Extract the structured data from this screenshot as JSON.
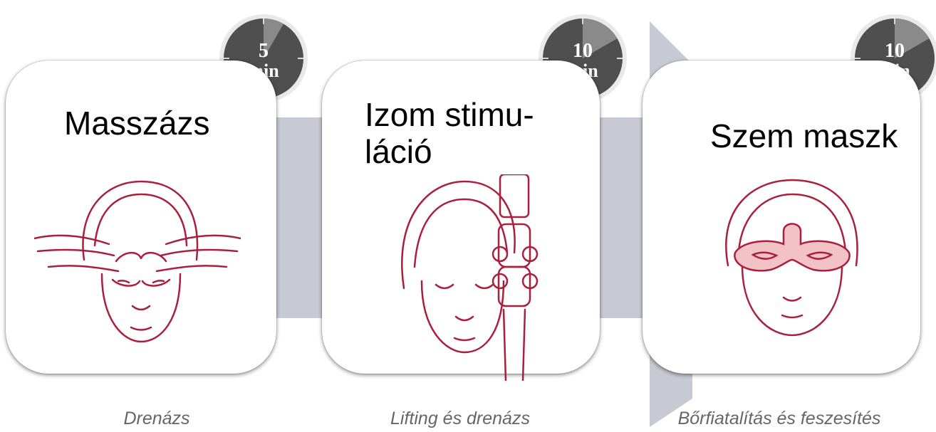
{
  "accent_color": "#a8203d",
  "steps": [
    {
      "title": "Masszázs",
      "timer": {
        "value": "5",
        "unit": "min",
        "fraction": 0.0833
      },
      "caption": "Drenázs",
      "icon": "face-massage-icon"
    },
    {
      "title_line1": "Izom stimu-",
      "title_line2": "láció",
      "timer": {
        "value": "10",
        "unit": "min",
        "fraction": 0.1667
      },
      "caption": "Lifting és drenázs",
      "icon": "face-roller-icon"
    },
    {
      "title": "Szem maszk",
      "timer": {
        "value": "10",
        "unit": "min",
        "fraction": 0.1667
      },
      "caption": "Bőrfiatalítás és feszesítés",
      "icon": "face-eye-mask-icon"
    }
  ]
}
